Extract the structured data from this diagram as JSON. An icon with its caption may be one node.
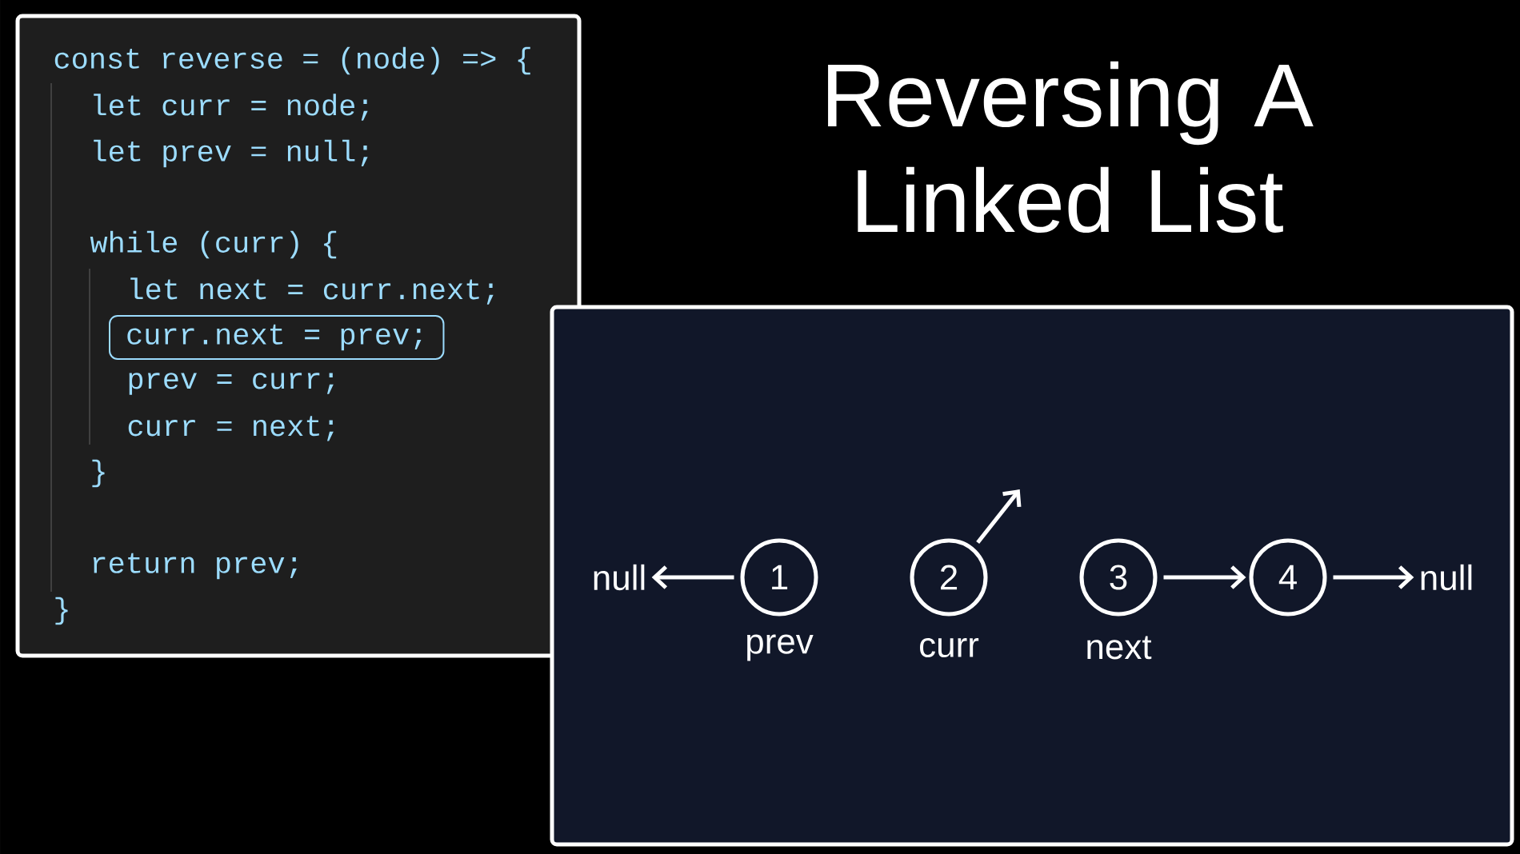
{
  "diagram": {
    "title": "Reversing A Linked List",
    "nodes": [
      {
        "text": [
          "curr.next = prev;"
        ]
      },
      {
        "text": [
          "null"
        ]
      },
      {
        "text": [
          "1"
        ],
        "beside": [
          "prev"
        ]
      },
      {
        "text": [
          "2"
        ],
        "beside": [
          "curr"
        ]
      },
      {
        "text": [
          "3"
        ],
        "beside": [
          "next"
        ]
      },
      {
        "text": [
          "4"
        ]
      },
      {
        "text": [
          "null"
        ]
      }
    ],
    "edges": [
      {
        "from": 2,
        "to": 1,
        "arrow": "to"
      },
      {
        "from": 3,
        "to": null,
        "arrow": "to"
      },
      {
        "from": 4,
        "to": 5,
        "arrow": "to"
      },
      {
        "from": 5,
        "to": 6,
        "arrow": "to"
      }
    ],
    "labels": [
      "const reverse = (node) => {",
      "let curr = node;",
      "let prev = null;",
      "while (curr) {",
      "let next = curr.next;",
      "prev = curr;",
      "curr = next;",
      "}",
      "return prev;",
      "}"
    ]
  }
}
